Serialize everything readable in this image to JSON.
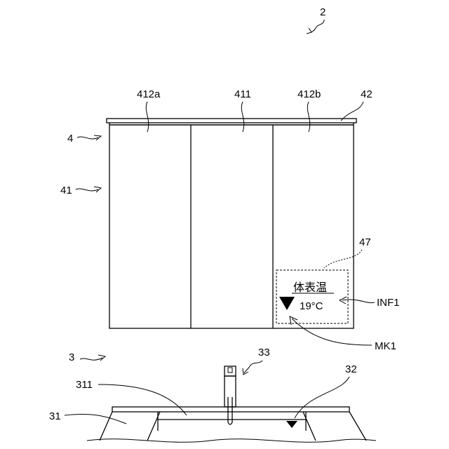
{
  "figure_number": "2",
  "labels": {
    "mirror_unit": "4",
    "mirror_body": "41",
    "top_frame": "42",
    "center_panel": "411",
    "left_panel": "412a",
    "right_panel": "412b",
    "display_area": "47",
    "info": "INF1",
    "marker": "MK1",
    "sink_unit": "3",
    "vanity": "31",
    "basin_edge": "311",
    "basin": "32",
    "faucet": "33"
  },
  "display": {
    "heading": "体表温",
    "temperature": "19°C"
  }
}
